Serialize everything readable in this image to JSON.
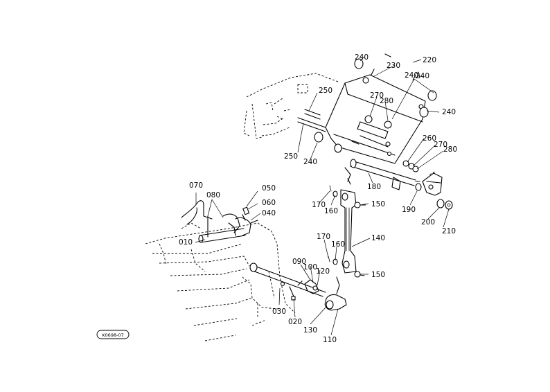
{
  "callouts": [
    "010",
    "020",
    "030",
    "040",
    "050",
    "060",
    "070",
    "080",
    "090",
    "100",
    "110",
    "120",
    "130",
    "140",
    "150",
    "150",
    "160",
    "160",
    "170",
    "170",
    "180",
    "190",
    "200",
    "210",
    "220",
    "230",
    "240",
    "240",
    "240",
    "240",
    "240",
    "250",
    "250",
    "260",
    "270",
    "270",
    "280",
    "280"
  ],
  "reference_code": "K0698-07"
}
